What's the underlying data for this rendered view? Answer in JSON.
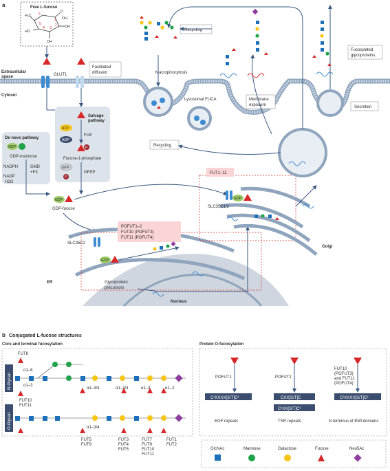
{
  "panel_a": {
    "label": "a",
    "free_fucose": "Free L-fucose",
    "extracellular": [
      "Extracellular",
      "space"
    ],
    "cytosol": "Cytosol",
    "glut1": "GLUT1",
    "facilitated": [
      "Facilitated",
      "diffusion"
    ],
    "recycling_top": "Recycling",
    "macropinocytosis": "Macropinocytosis",
    "lysosomal_fuca": "Lysosomal FUCA",
    "membrane_exposure": [
      "Membrane",
      "exposure"
    ],
    "fucosylated": [
      "Fucosylated",
      "glycoproteins"
    ],
    "secretion": "Secretion",
    "recycling_mid": "Recycling",
    "salvage": [
      "Salvage",
      "pathway"
    ],
    "atp": "ATP",
    "fuk": "FUK",
    "adp": "ADP",
    "p": "P",
    "fucose1p": "Fucose-1-phosphate",
    "gtp": "GTP",
    "gfpp": "GFPP",
    "denovo": "De novo pathway",
    "gdp": "GDP",
    "gdp_mannose": "GDP-mannose",
    "nadph": "NADPH",
    "nadp": "NADP",
    "h2o": "H2O",
    "gmd": "GMD",
    "fx": "+FX",
    "gdp_fucose": "GDP-fucose",
    "slc35c2": "SLC35C2",
    "slc35c12": "SLC35C1/2",
    "futs_top": "FUT1–11",
    "pofut_list": [
      "POFUT1–2",
      "FUT10 (POFUT3)",
      "FUT11 (POFUT4)"
    ],
    "glyco_precursors": [
      "Glycoprotein",
      "precursors"
    ],
    "er": "ER",
    "golgi": "Golgi",
    "nucleus": "Nucleus"
  },
  "panel_b": {
    "label": "b",
    "title": "Conjugated L-fucose structures",
    "core_title": "Core and terminal fucosylation",
    "protein_title": "Protein O-fucosylation",
    "nglycan": "N-Glycan",
    "oglycan": "O-Glycan",
    "fut8": "FUT8",
    "a16": "α1–6",
    "a13": "α1–3",
    "fut10_11": [
      "FUT10",
      "FUT11"
    ],
    "a134": "α1–3/4",
    "a12": "α1–2",
    "fut_col1": [
      "FUT5",
      "FUT9"
    ],
    "fut_col2": [
      "FUT3",
      "FUT4",
      "FUT6"
    ],
    "fut_col3": [
      "FUT7",
      "FUT9",
      "FUT10",
      "FUT11"
    ],
    "fut_col4": [
      "FUT1",
      "FUT2"
    ],
    "pofut1": "POFUT1",
    "pofut2": "POFUT2",
    "fut10_pofut3": [
      "FUT10",
      "(POFUT3)",
      "and FUT11",
      "(POFUT4)"
    ],
    "seq_egf": "C²XXXX[S/T]C³",
    "seq_tsr1": "CXX[S/T]C",
    "seq_tsr2": "C²XX[S/T]C³",
    "seq_emi": "C²XXXX[S/T]C³",
    "egf": "EGF repeats",
    "tsr": "TSR repeats",
    "emi": "N terminus of EMI domains"
  },
  "legend": [
    {
      "label": "GlcNAc",
      "shape": "square",
      "color": "#1c6fb8"
    },
    {
      "label": "Mannose",
      "shape": "circle",
      "color": "#1fa34a"
    },
    {
      "label": "Galactose",
      "shape": "circle",
      "color": "#f5c518"
    },
    {
      "label": "Fucose",
      "shape": "triangle",
      "color": "#d62828"
    },
    {
      "label": "Neu5Ac",
      "shape": "diamond",
      "color": "#8e3c9e"
    }
  ]
}
